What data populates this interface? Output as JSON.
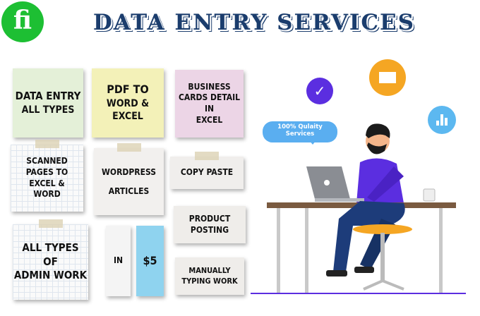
{
  "logo": {
    "text": "fi",
    "color": "#1dbf33"
  },
  "title": "DATA ENTRY SERVICES",
  "notes": [
    {
      "lines": [
        "DATA ENTRY",
        "ALL TYPES"
      ]
    },
    {
      "lines": [
        "PDF TO",
        "WORD &",
        "EXCEL"
      ]
    },
    {
      "lines": [
        "BUSINESS",
        "CARDS DETAIL",
        "IN",
        "EXCEL"
      ]
    },
    {
      "lines": [
        "SCANNED",
        "PAGES TO",
        "EXCEL &",
        "WORD"
      ]
    },
    {
      "lines": [
        "WORDPRESS",
        "ARTICLES"
      ]
    },
    {
      "lines": [
        "COPY PASTE"
      ]
    },
    {
      "lines": [
        "ALL TYPES",
        "OF",
        "ADMIN WORK"
      ]
    },
    {
      "lines": [
        "IN"
      ]
    },
    {
      "lines": [
        "$5"
      ]
    },
    {
      "lines": [
        "PRODUCT",
        "POSTING"
      ]
    },
    {
      "lines": [
        "MANUALLY",
        "TYPING WORK"
      ]
    }
  ],
  "illustration": {
    "bubble_line1": "100% Qulaity",
    "bubble_line2": "Services",
    "check_icon": "check-icon",
    "mail_icon": "mail-icon",
    "chart_icon": "chart-icon"
  }
}
